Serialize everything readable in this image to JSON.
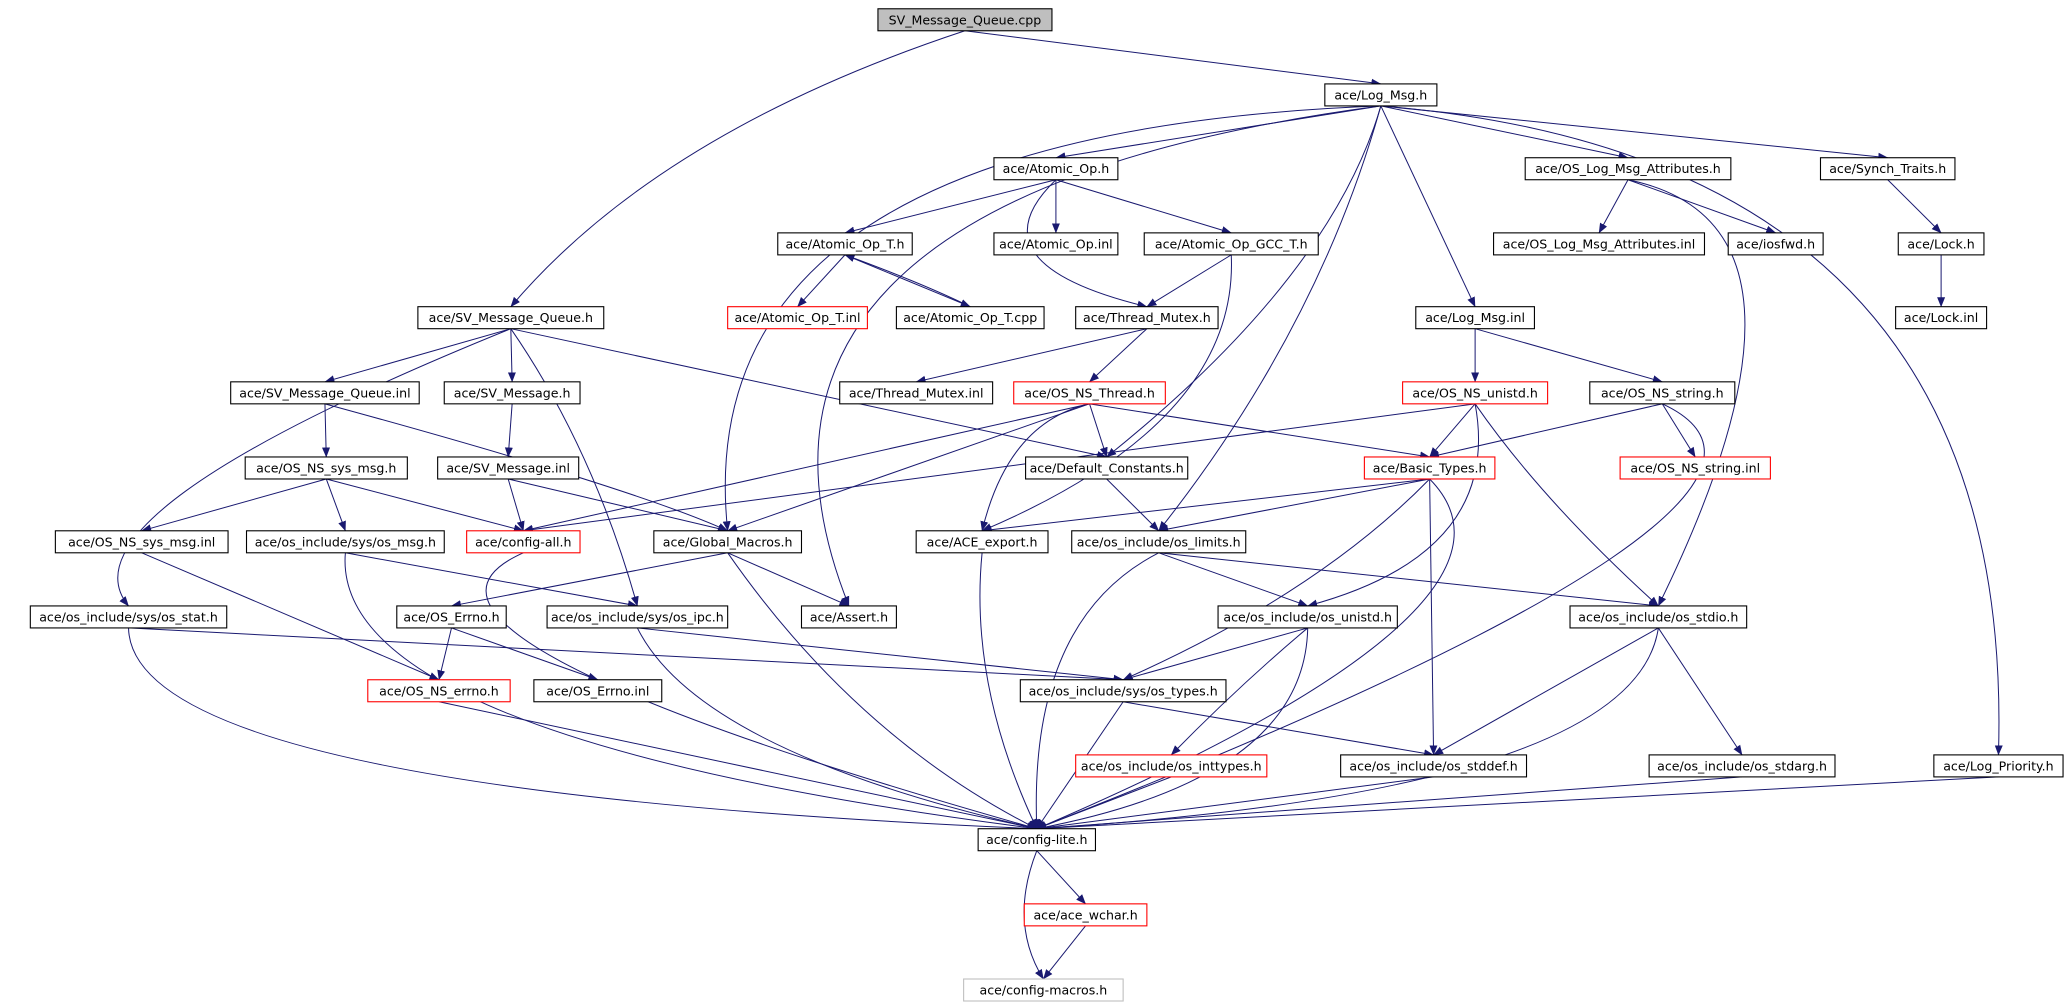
{
  "colors": {
    "edge": "#191970",
    "border_normal": "#000000",
    "border_truncated": "#ff0000",
    "border_external": "#bfbfbf",
    "fill_root": "#bfbfbf",
    "fill_normal": "#ffffff"
  },
  "nodes": {
    "n0": {
      "label": "SV_Message_Queue.cpp",
      "kind": "root"
    },
    "n1": {
      "label": "ace/Log_Msg.h",
      "kind": "normal"
    },
    "n2": {
      "label": "ace/Atomic_Op.h",
      "kind": "normal"
    },
    "n3": {
      "label": "ace/OS_Log_Msg_Attributes.h",
      "kind": "normal"
    },
    "n4": {
      "label": "ace/Synch_Traits.h",
      "kind": "normal"
    },
    "n5": {
      "label": "ace/Atomic_Op_T.h",
      "kind": "normal"
    },
    "n6": {
      "label": "ace/Atomic_Op.inl",
      "kind": "normal"
    },
    "n7": {
      "label": "ace/Atomic_Op_GCC_T.h",
      "kind": "normal"
    },
    "n8": {
      "label": "ace/OS_Log_Msg_Attributes.inl",
      "kind": "normal"
    },
    "n9": {
      "label": "ace/iosfwd.h",
      "kind": "normal"
    },
    "n10": {
      "label": "ace/Lock.h",
      "kind": "normal"
    },
    "n11": {
      "label": "ace/SV_Message_Queue.h",
      "kind": "normal"
    },
    "n12": {
      "label": "ace/Atomic_Op_T.inl",
      "kind": "truncated"
    },
    "n13": {
      "label": "ace/Atomic_Op_T.cpp",
      "kind": "normal"
    },
    "n14": {
      "label": "ace/Thread_Mutex.h",
      "kind": "normal"
    },
    "n15": {
      "label": "ace/Log_Msg.inl",
      "kind": "normal"
    },
    "n16": {
      "label": "ace/Lock.inl",
      "kind": "normal"
    },
    "n17": {
      "label": "ace/SV_Message_Queue.inl",
      "kind": "normal"
    },
    "n18": {
      "label": "ace/SV_Message.h",
      "kind": "normal"
    },
    "n19": {
      "label": "ace/Thread_Mutex.inl",
      "kind": "normal"
    },
    "n20": {
      "label": "ace/OS_NS_Thread.h",
      "kind": "truncated"
    },
    "n21": {
      "label": "ace/OS_NS_unistd.h",
      "kind": "truncated"
    },
    "n22": {
      "label": "ace/OS_NS_string.h",
      "kind": "normal"
    },
    "n23": {
      "label": "ace/OS_NS_sys_msg.h",
      "kind": "normal"
    },
    "n24": {
      "label": "ace/SV_Message.inl",
      "kind": "normal"
    },
    "n25": {
      "label": "ace/Default_Constants.h",
      "kind": "normal"
    },
    "n26": {
      "label": "ace/Basic_Types.h",
      "kind": "truncated"
    },
    "n27": {
      "label": "ace/OS_NS_string.inl",
      "kind": "truncated"
    },
    "n28": {
      "label": "ace/OS_NS_sys_msg.inl",
      "kind": "normal"
    },
    "n29": {
      "label": "ace/os_include/sys/os_msg.h",
      "kind": "normal"
    },
    "n30": {
      "label": "ace/config-all.h",
      "kind": "truncated"
    },
    "n31": {
      "label": "ace/Global_Macros.h",
      "kind": "normal"
    },
    "n32": {
      "label": "ace/ACE_export.h",
      "kind": "normal"
    },
    "n33": {
      "label": "ace/os_include/os_limits.h",
      "kind": "normal"
    },
    "n34": {
      "label": "ace/os_include/sys/os_stat.h",
      "kind": "normal"
    },
    "n35": {
      "label": "ace/OS_Errno.h",
      "kind": "normal"
    },
    "n36": {
      "label": "ace/os_include/sys/os_ipc.h",
      "kind": "normal"
    },
    "n37": {
      "label": "ace/Assert.h",
      "kind": "normal"
    },
    "n38": {
      "label": "ace/os_include/os_unistd.h",
      "kind": "normal"
    },
    "n39": {
      "label": "ace/os_include/os_stdio.h",
      "kind": "normal"
    },
    "n40": {
      "label": "ace/OS_NS_errno.h",
      "kind": "truncated"
    },
    "n41": {
      "label": "ace/OS_Errno.inl",
      "kind": "normal"
    },
    "n42": {
      "label": "ace/os_include/sys/os_types.h",
      "kind": "normal"
    },
    "n43": {
      "label": "ace/os_include/os_inttypes.h",
      "kind": "truncated"
    },
    "n44": {
      "label": "ace/os_include/os_stddef.h",
      "kind": "normal"
    },
    "n45": {
      "label": "ace/os_include/os_stdarg.h",
      "kind": "normal"
    },
    "n46": {
      "label": "ace/Log_Priority.h",
      "kind": "normal"
    },
    "n47": {
      "label": "ace/config-lite.h",
      "kind": "normal"
    },
    "n48": {
      "label": "ace/ace_wchar.h",
      "kind": "truncated"
    },
    "n49": {
      "label": "ace/config-macros.h",
      "kind": "external"
    }
  }
}
